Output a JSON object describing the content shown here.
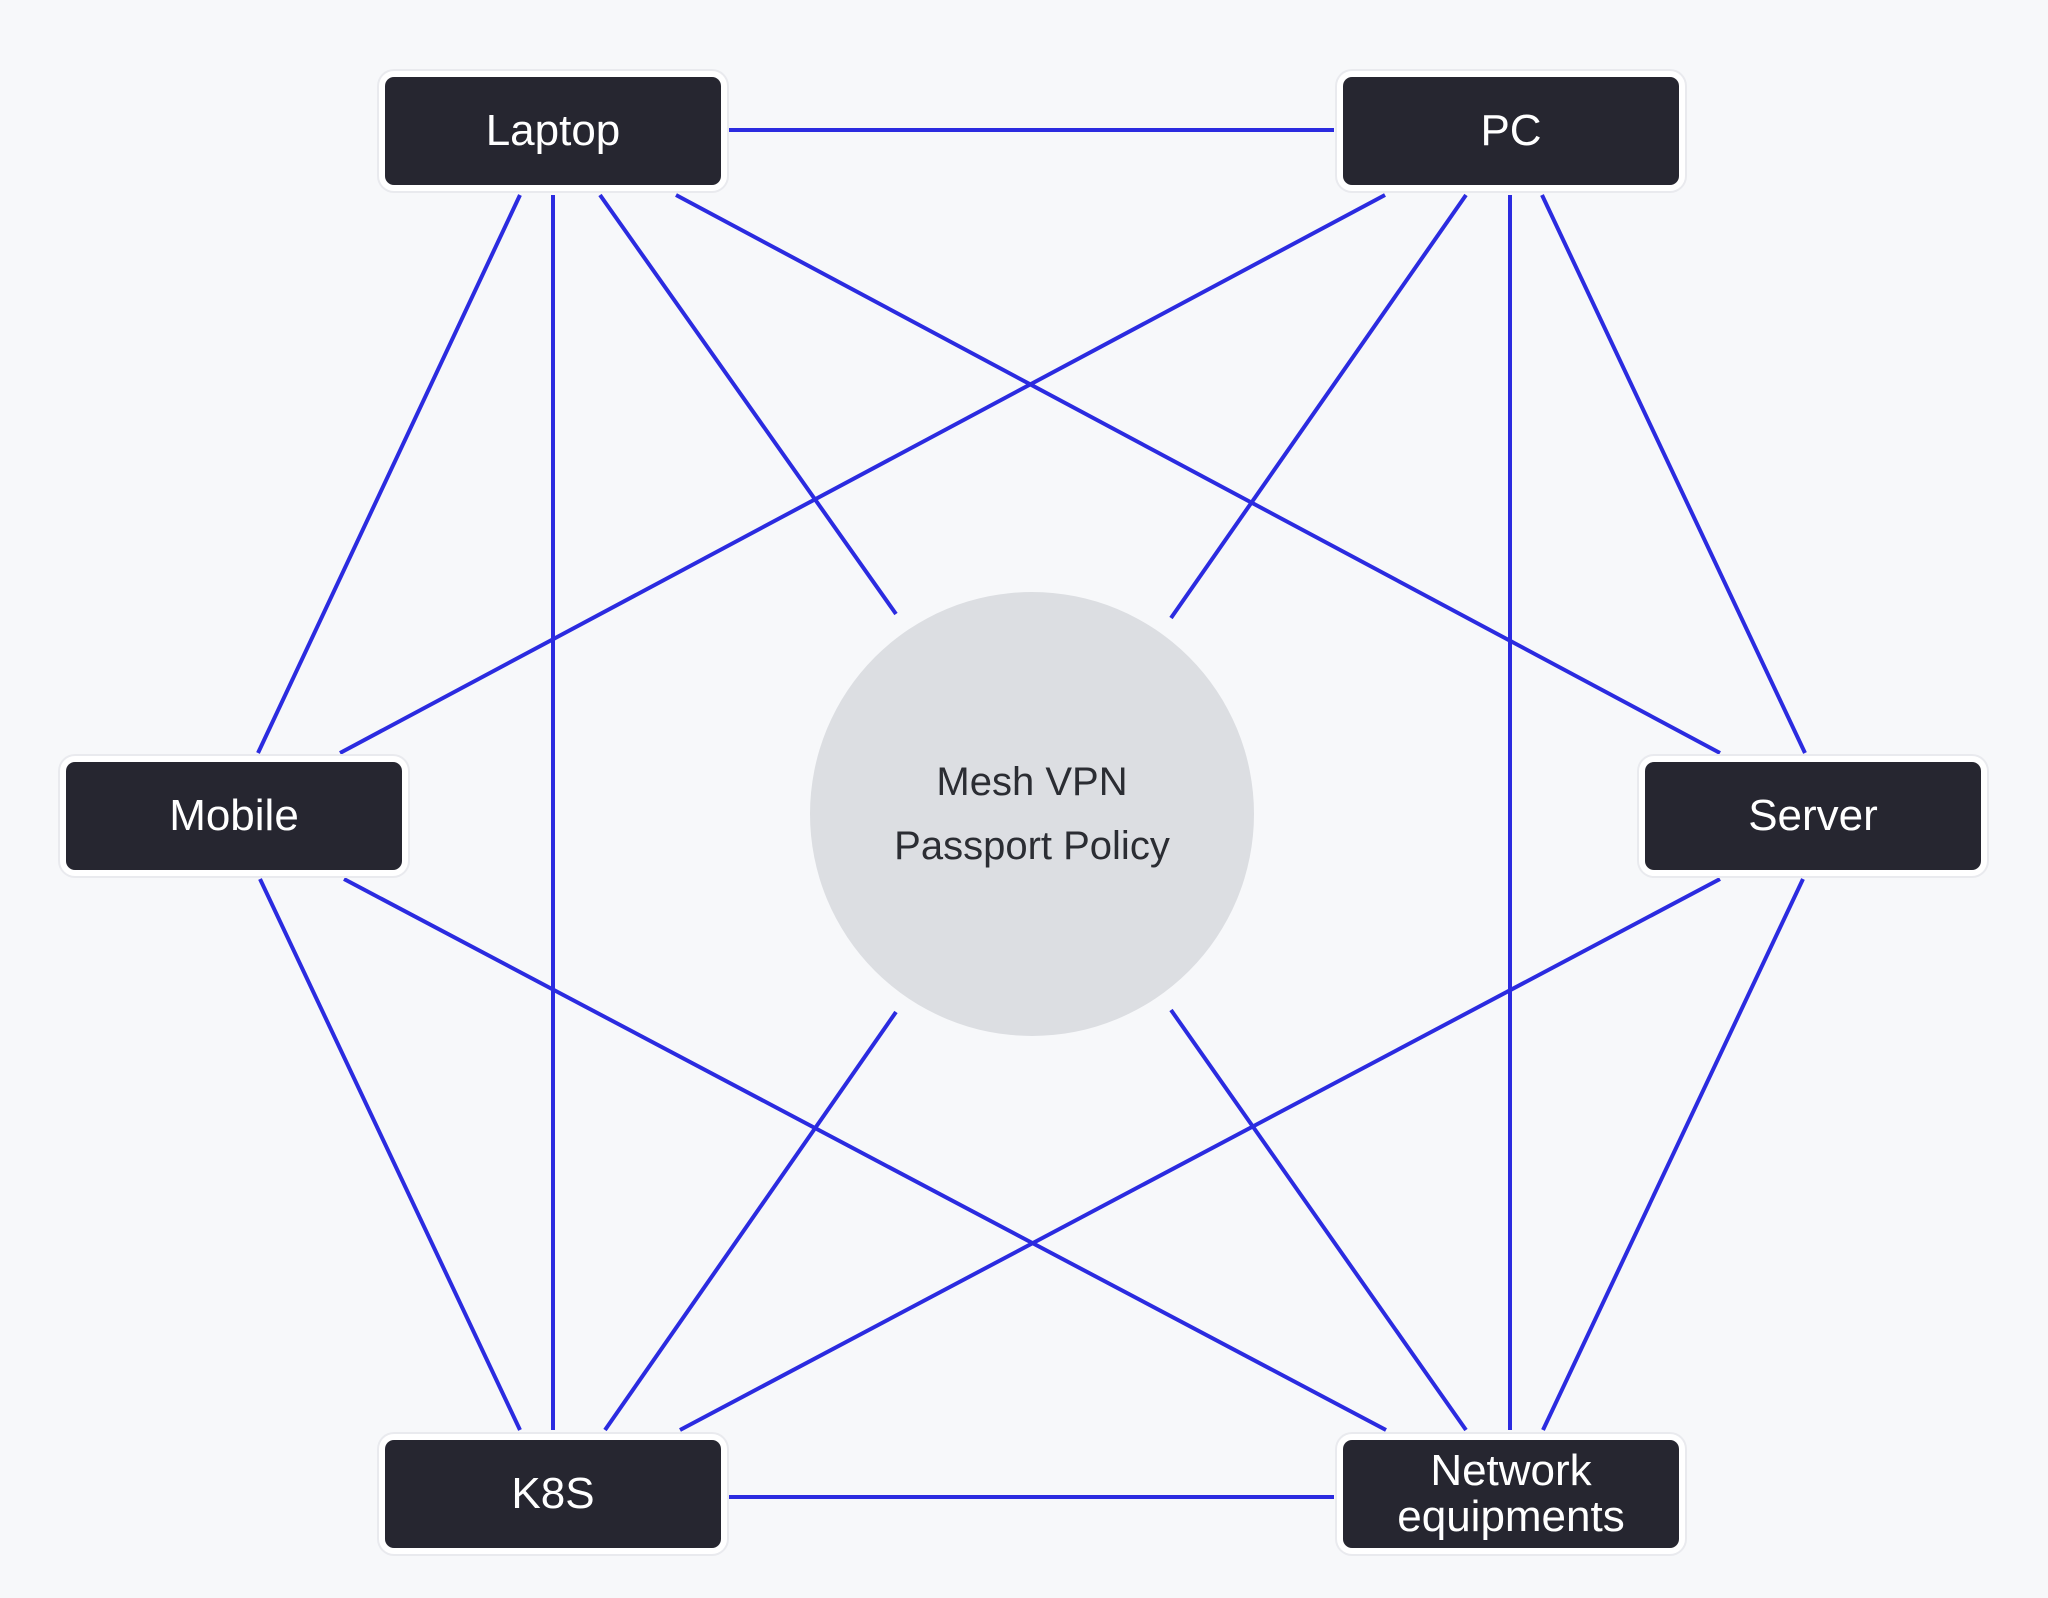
{
  "hub": {
    "line1": "Mesh VPN",
    "line2": "Passport Policy"
  },
  "nodes": {
    "laptop": "Laptop",
    "pc": "PC",
    "mobile": "Mobile",
    "server": "Server",
    "k8s": "K8S",
    "network_line1": "Network",
    "network_line2": "equipments"
  },
  "colors": {
    "background": "#f7f8fa",
    "edge": "#2b2be0",
    "node_fill": "#262630",
    "node_text": "#ffffff",
    "hub_fill": "#dcdee2",
    "hub_text": "#2b2d33"
  },
  "edges": [
    [
      "laptop",
      "pc"
    ],
    [
      "laptop",
      "mobile"
    ],
    [
      "laptop",
      "k8s"
    ],
    [
      "laptop",
      "hub"
    ],
    [
      "laptop",
      "server"
    ],
    [
      "pc",
      "mobile"
    ],
    [
      "pc",
      "hub"
    ],
    [
      "pc",
      "network"
    ],
    [
      "pc",
      "server"
    ],
    [
      "mobile",
      "k8s"
    ],
    [
      "mobile",
      "network"
    ],
    [
      "server",
      "k8s"
    ],
    [
      "server",
      "network"
    ],
    [
      "k8s",
      "hub"
    ],
    [
      "k8s",
      "network"
    ],
    [
      "network",
      "hub"
    ]
  ]
}
